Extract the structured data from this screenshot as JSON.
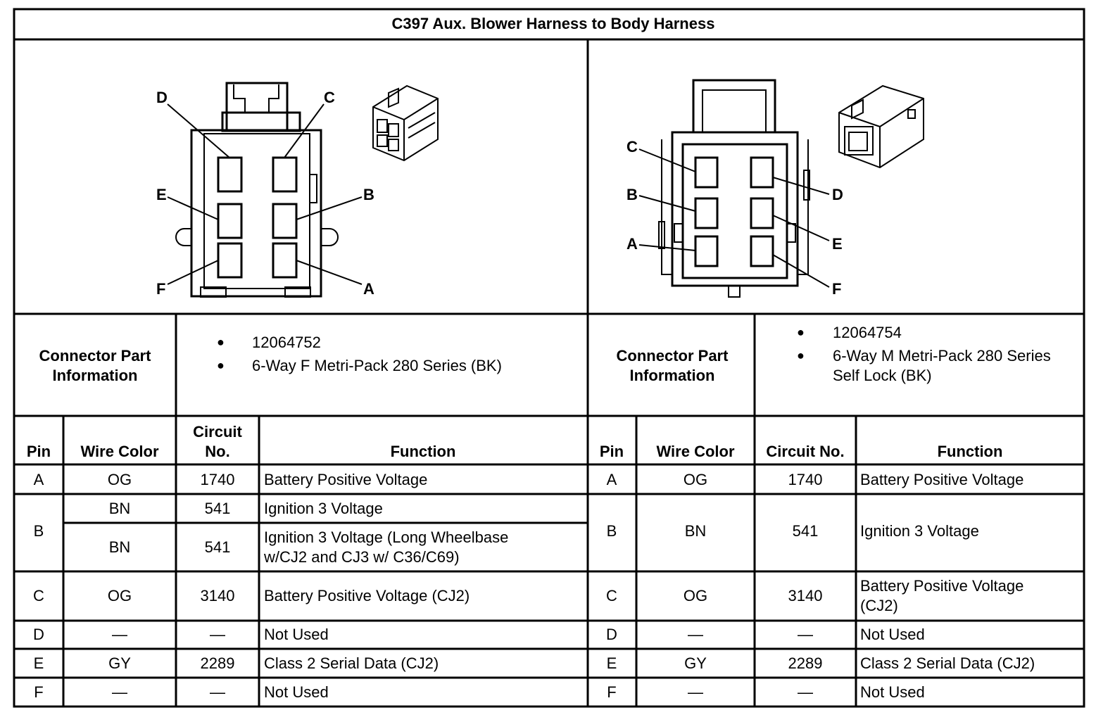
{
  "title": "C397 Aux. Blower Harness to Body Harness",
  "left": {
    "info_label_1": "Connector Part",
    "info_label_2": "Information",
    "parts": [
      "12064752",
      "6-Way F Metri-Pack 280 Series (BK)"
    ],
    "pin_labels": [
      "D",
      "C",
      "E",
      "B",
      "F",
      "A"
    ],
    "headers": {
      "pin": "Pin",
      "wire": "Wire Color",
      "circuit_1": "Circuit",
      "circuit_2": "No.",
      "function": "Function"
    },
    "rows": [
      {
        "pin": "A",
        "wire": "OG",
        "circuit": "1740",
        "function": "Battery Positive Voltage"
      },
      {
        "pin": "B",
        "wire": "BN",
        "circuit": "541",
        "function": "Ignition 3 Voltage"
      },
      {
        "pin": "",
        "wire": "BN",
        "circuit": "541",
        "function": "Ignition 3 Voltage (Long Wheelbase",
        "function_2": "w/CJ2 and CJ3 w/ C36/C69)"
      },
      {
        "pin": "C",
        "wire": "OG",
        "circuit": "3140",
        "function": "Battery Positive Voltage (CJ2)"
      },
      {
        "pin": "D",
        "wire": "—",
        "circuit": "—",
        "function": "Not Used"
      },
      {
        "pin": "E",
        "wire": "GY",
        "circuit": "2289",
        "function": "Class 2 Serial Data (CJ2)"
      },
      {
        "pin": "F",
        "wire": "—",
        "circuit": "—",
        "function": "Not Used"
      }
    ]
  },
  "right": {
    "info_label_1": "Connector Part",
    "info_label_2": "Information",
    "parts": [
      "12064754",
      "6-Way M Metri-Pack 280 Series",
      "Self Lock (BK)"
    ],
    "pin_labels": [
      "C",
      "D",
      "B",
      "A",
      "E",
      "F"
    ],
    "headers": {
      "pin": "Pin",
      "wire": "Wire Color",
      "circuit": "Circuit No.",
      "function": "Function"
    },
    "rows": [
      {
        "pin": "A",
        "wire": "OG",
        "circuit": "1740",
        "function": "Battery Positive Voltage"
      },
      {
        "pin": "B",
        "wire": "BN",
        "circuit": "541",
        "function": "Ignition 3 Voltage"
      },
      {
        "pin": "C",
        "wire": "OG",
        "circuit": "3140",
        "function": "Battery Positive Voltage",
        "function_2": "(CJ2)"
      },
      {
        "pin": "D",
        "wire": "—",
        "circuit": "—",
        "function": "Not Used"
      },
      {
        "pin": "E",
        "wire": "GY",
        "circuit": "2289",
        "function": "Class 2 Serial Data (CJ2)"
      },
      {
        "pin": "F",
        "wire": "—",
        "circuit": "—",
        "function": "Not Used"
      }
    ]
  }
}
